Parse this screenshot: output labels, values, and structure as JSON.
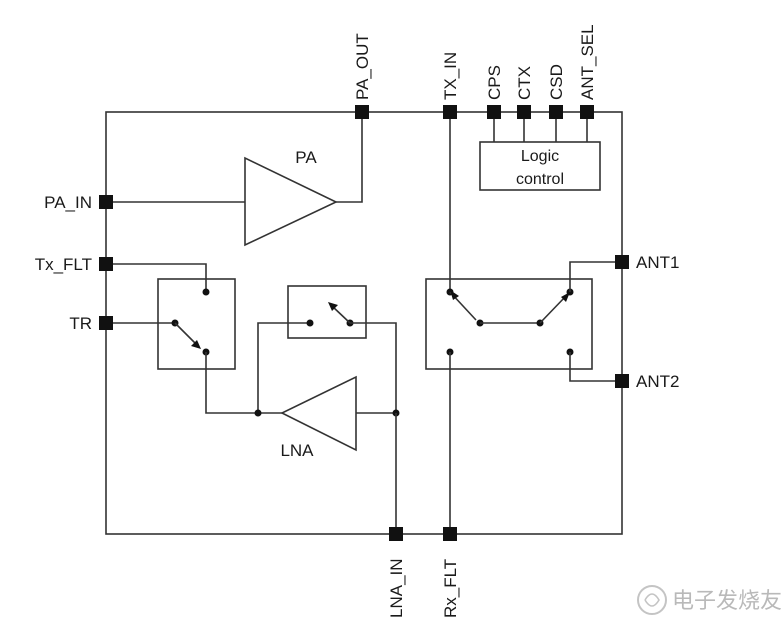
{
  "pins": {
    "pa_out": "PA_OUT",
    "tx_in": "TX_IN",
    "cps": "CPS",
    "ctx": "CTX",
    "csd": "CSD",
    "ant_sel": "ANT_SEL",
    "pa_in": "PA_IN",
    "tx_flt": "Tx_FLT",
    "tr": "TR",
    "ant1": "ANT1",
    "ant2": "ANT2",
    "lna_in": "LNA_IN",
    "rx_flt": "Rx_FLT"
  },
  "blocks": {
    "pa": "PA",
    "lna": "LNA",
    "logic_line1": "Logic",
    "logic_line2": "control"
  },
  "watermark": "电子发烧友"
}
